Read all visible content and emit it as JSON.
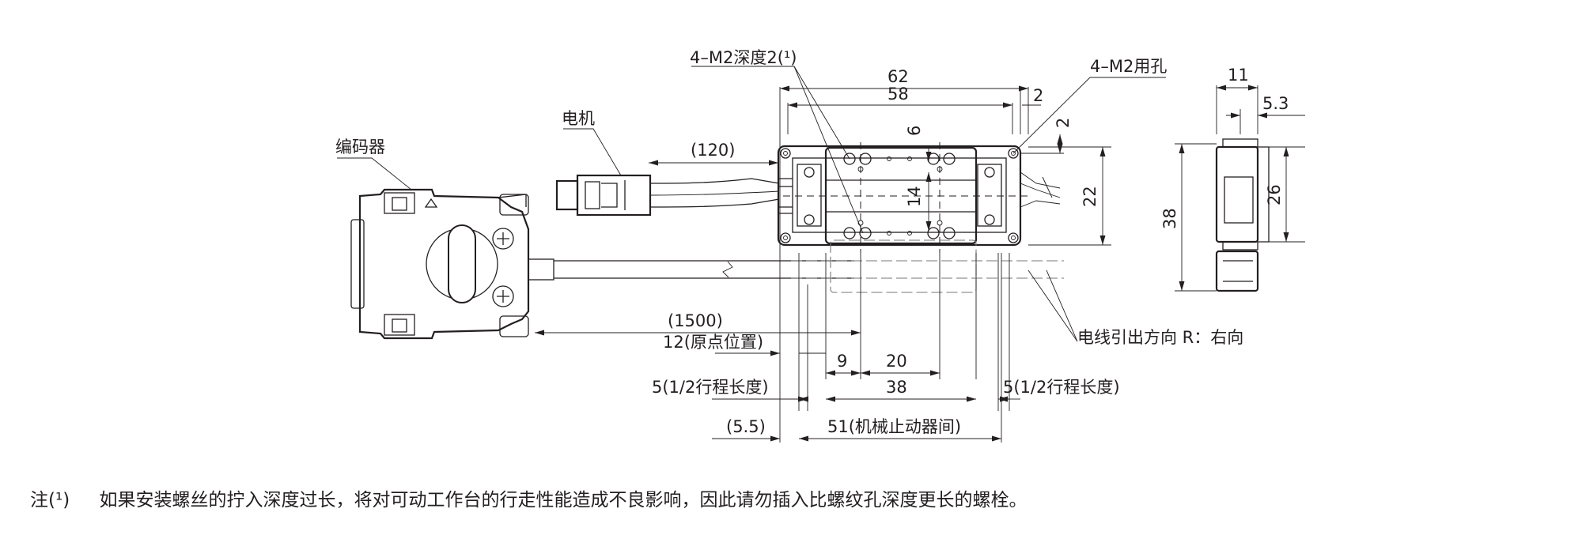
{
  "labels": {
    "encoder": "编码器",
    "motor": "电机",
    "m2_depth": "4–M2深度2(¹)",
    "m2_hole": "4–M2用孔",
    "lead_dir": "电线引出方向  R：右向"
  },
  "dimensions": {
    "d62": "62",
    "d58": "58",
    "d2_top": "2",
    "d2_right": "2",
    "d6": "6",
    "d14": "14",
    "d22": "22",
    "d120": "(120)",
    "d1500": "(1500)",
    "origin": "12(原点位置)",
    "d9": "9",
    "d20": "20",
    "d38_bottom": "38",
    "half_stroke_left": "5(1/2行程长度)",
    "half_stroke_right": "5(1/2行程长度)",
    "d5_5": "(5.5)",
    "d51": "51(机械止动器间)",
    "side_11": "11",
    "side_5_3": "5.3",
    "side_38": "38",
    "side_26": "26"
  },
  "footnote": {
    "mark": "注(¹)",
    "text": "如果安装螺丝的拧入深度过长，将对可动工作台的行走性能造成不良影响，因此请勿插入比螺纹孔深度更长的螺栓。"
  }
}
